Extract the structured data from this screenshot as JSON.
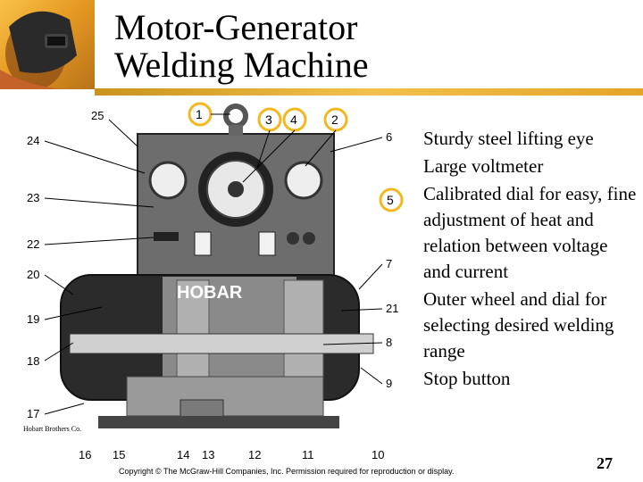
{
  "slide": {
    "title": "Motor-Generator\nWelding Machine",
    "bullets": [
      "Sturdy steel lifting eye",
      "Large voltmeter",
      "Calibrated dial for easy, fine adjustment of heat and relation between voltage and current",
      "Outer wheel and dial for selecting desired welding range",
      "Stop button"
    ],
    "credit": "Hobart Brothers Co.",
    "copyright": "Copyright © The McGraw-Hill Companies, Inc. Permission required for reproduction or display.",
    "page_number": "27"
  },
  "figure": {
    "brand_text": "HOBAR",
    "callouts_highlighted": [
      "1",
      "3",
      "4",
      "2",
      "5"
    ],
    "callouts_left": [
      "25",
      "24",
      "23",
      "22",
      "20",
      "19",
      "18",
      "17"
    ],
    "callouts_right": [
      "6",
      "7",
      "21",
      "8",
      "9"
    ],
    "callouts_bottom": [
      "16",
      "15",
      "14",
      "13",
      "12",
      "11",
      "10"
    ],
    "colors": {
      "highlight_ring": "#f2b820",
      "title_bar": "#e4a428"
    }
  },
  "icons": {
    "logo": "welder-helmet-icon"
  }
}
